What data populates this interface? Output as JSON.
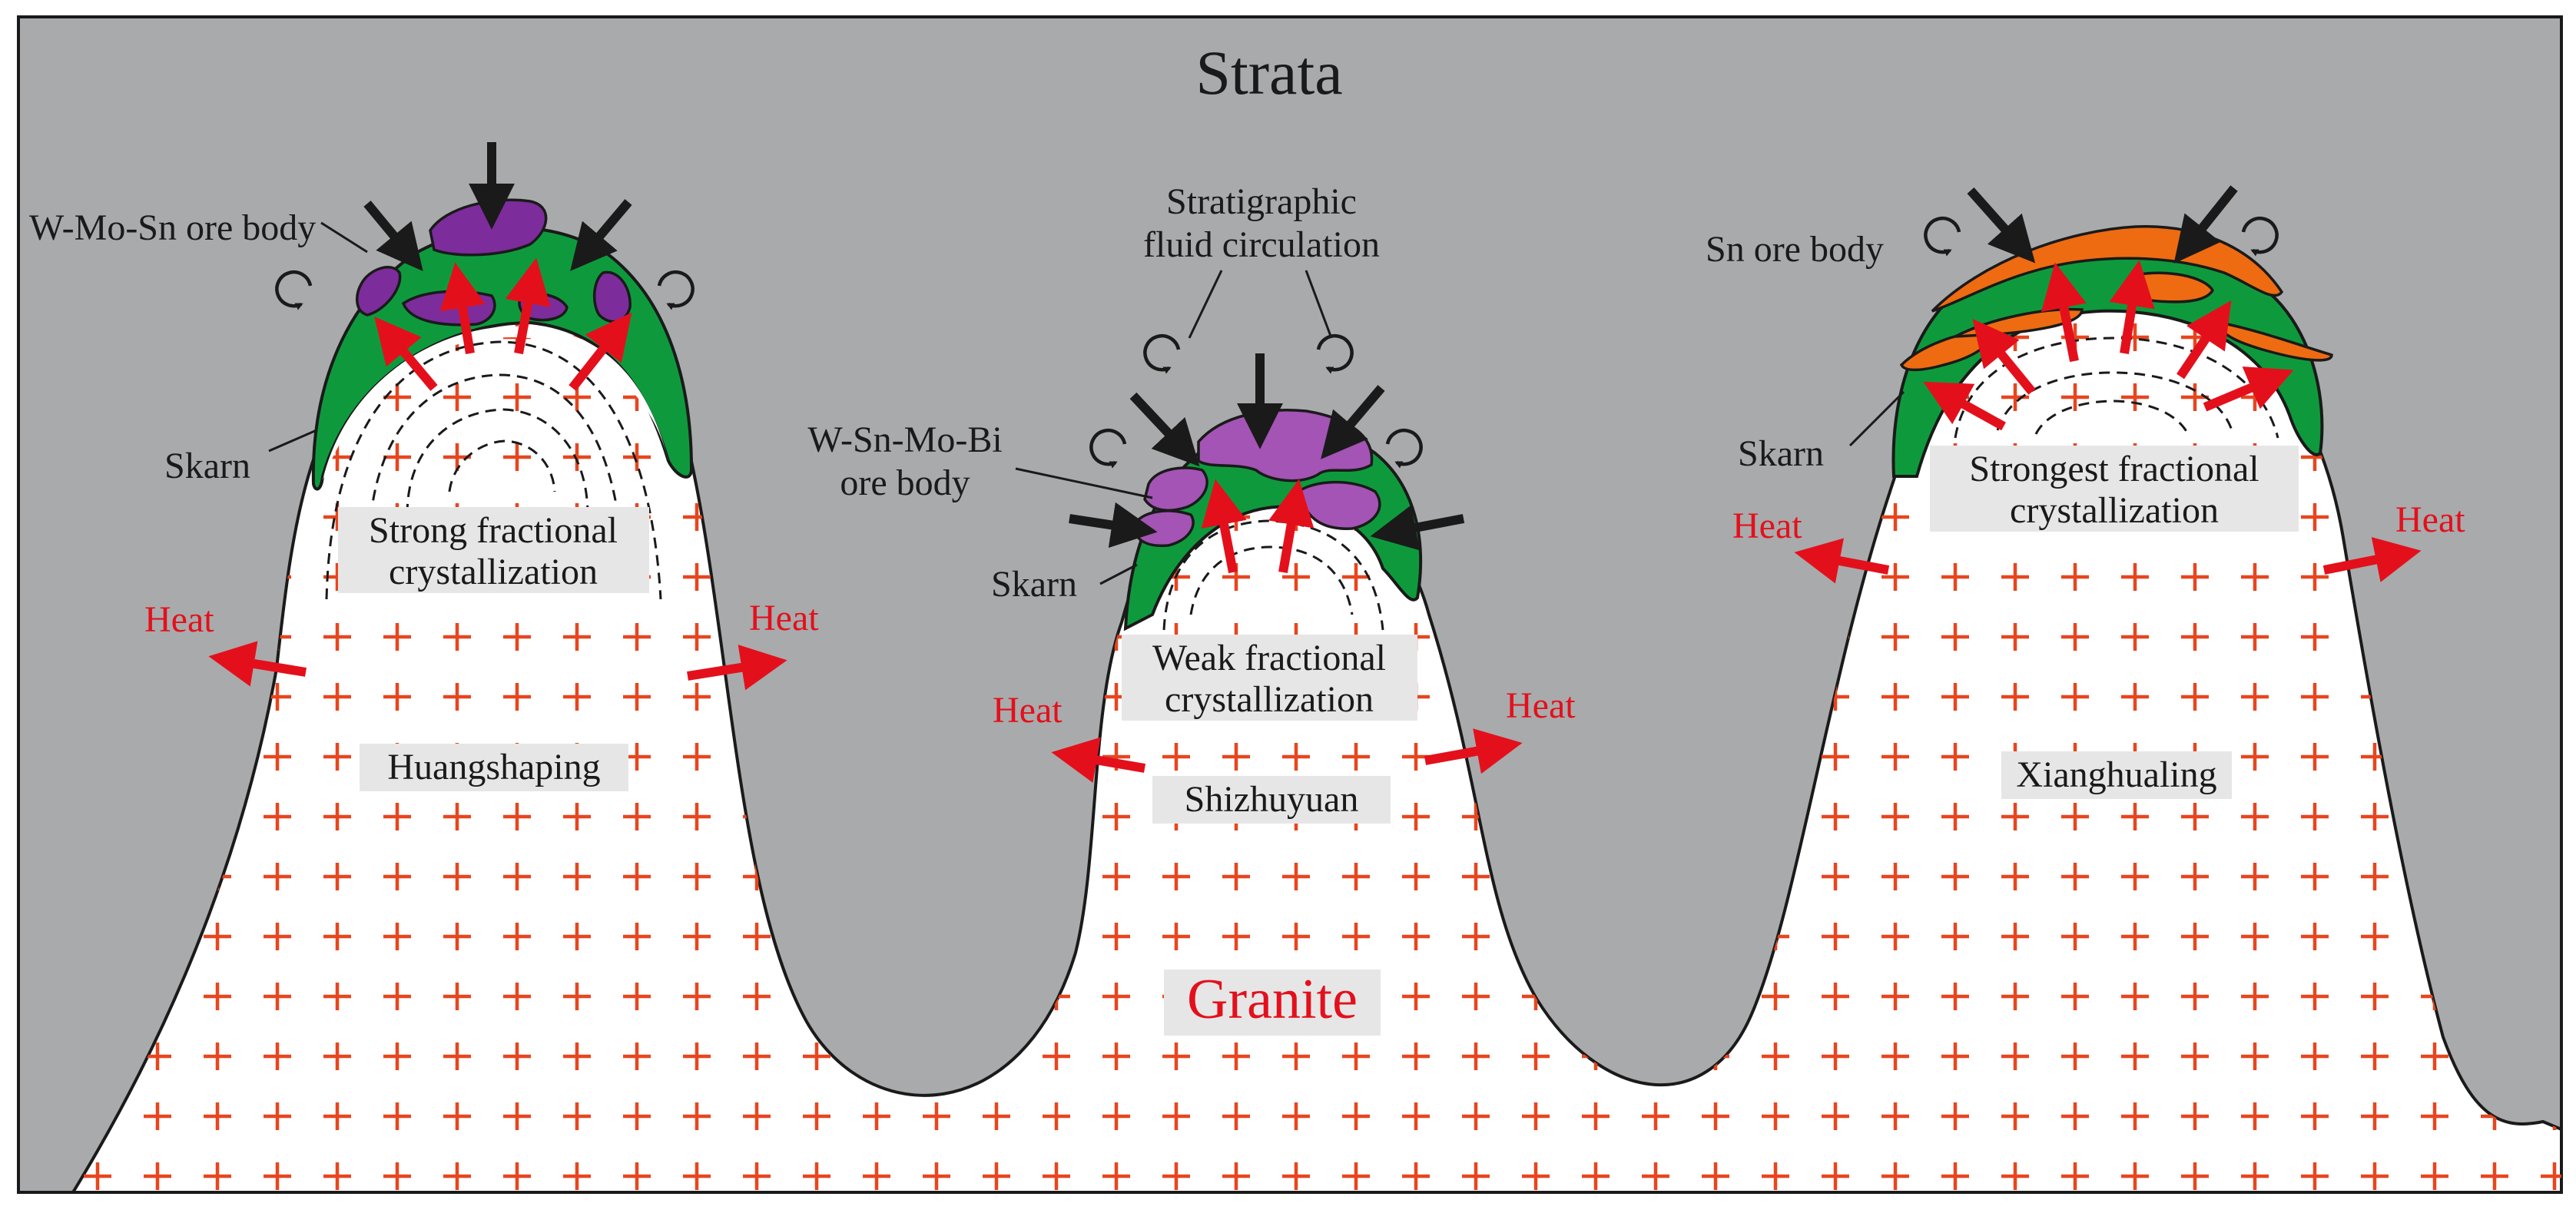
{
  "title": "Strata",
  "granite_label": "Granite",
  "colors": {
    "strata": "#a9aaab",
    "granite": "#ffffff",
    "skarn": "#0e9a3c",
    "purple_ore": "#7d2c9c",
    "purple_ore_light": "#a354b4",
    "orange_ore": "#ee6b12",
    "red_arrow": "#e3101c",
    "cross": "#e8451e",
    "label_box": "#e6e6e6"
  },
  "intrusions": [
    {
      "name": "Huangshaping",
      "crystallization": [
        "Strong fractional",
        "crystallization"
      ],
      "ore_body": "W-Mo-Sn ore body",
      "skarn": "Skarn",
      "heat_left": "Heat",
      "heat_right": "Heat"
    },
    {
      "name": "Shizhuyuan",
      "crystallization": [
        "Weak fractional",
        "crystallization"
      ],
      "ore_body": [
        "W-Sn-Mo-Bi",
        "ore body"
      ],
      "skarn": "Skarn",
      "heat_left": "Heat",
      "heat_right": "Heat",
      "fluid": [
        "Stratigraphic",
        "fluid circulation"
      ]
    },
    {
      "name": "Xianghualing",
      "crystallization": [
        "Strongest fractional",
        "crystallization"
      ],
      "ore_body": "Sn ore body",
      "skarn": "Skarn",
      "heat_left": "Heat",
      "heat_right": "Heat"
    }
  ]
}
